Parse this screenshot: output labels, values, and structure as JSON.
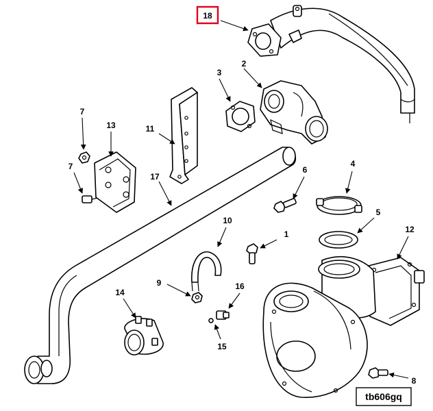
{
  "diagram": {
    "highlighted_callout": "18",
    "highlight_color": "#e0001b",
    "figure_ref": "tb606gq",
    "callouts": {
      "c1": "1",
      "c2": "2",
      "c3": "3",
      "c4": "4",
      "c5": "5",
      "c6": "6",
      "c7a": "7",
      "c7b": "7",
      "c8": "8",
      "c9": "9",
      "c10": "10",
      "c11": "11",
      "c12": "12",
      "c13": "13",
      "c14": "14",
      "c15": "15",
      "c16": "16",
      "c17": "17"
    }
  }
}
